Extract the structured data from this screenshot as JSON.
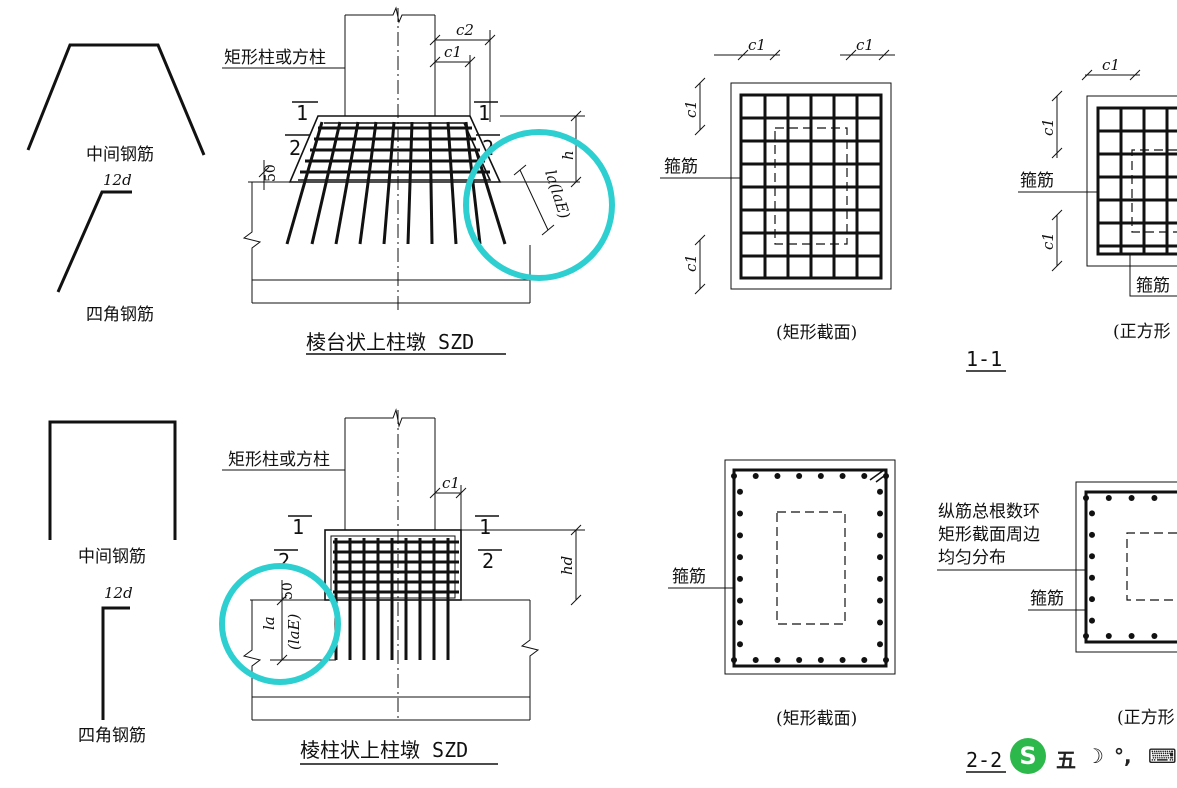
{
  "labels": {
    "middle_bar": "中间钢筋",
    "corner_bar": "四角钢筋",
    "hook_length": "12d",
    "column_label": "矩形柱或方柱",
    "stirrup": "箍筋",
    "longitudinal_note_line1": "纵筋总根数环",
    "longitudinal_note_line2": "矩形截面周边",
    "longitudinal_note_line3": "均匀分布",
    "dim_50": "50"
  },
  "sym": {
    "c1": "c1",
    "c2": "c2",
    "h": "h",
    "hd": "hd",
    "la": "la",
    "laE": "(laE)",
    "la_laE": "la(laE)",
    "sec1": "1",
    "sec2": "2"
  },
  "titles": {
    "frustum_pier": "棱台状上柱墩 SZD",
    "prism_pier": "棱柱状上柱墩 SZD"
  },
  "sections": {
    "rect_caption": "(矩形截面)",
    "square_caption": "(正方形",
    "square_caption_2": "(正方形",
    "section_1_1": "1-1",
    "section_2_2": "2-2"
  },
  "ime_toolbar": {
    "logo": "S",
    "mode": "五",
    "moon": "☽",
    "punct": "°,",
    "keyboard": "⌨"
  },
  "colors": {
    "highlight": "#2ecfd0",
    "line": "#111111",
    "ime_logo": "#2db84b"
  }
}
